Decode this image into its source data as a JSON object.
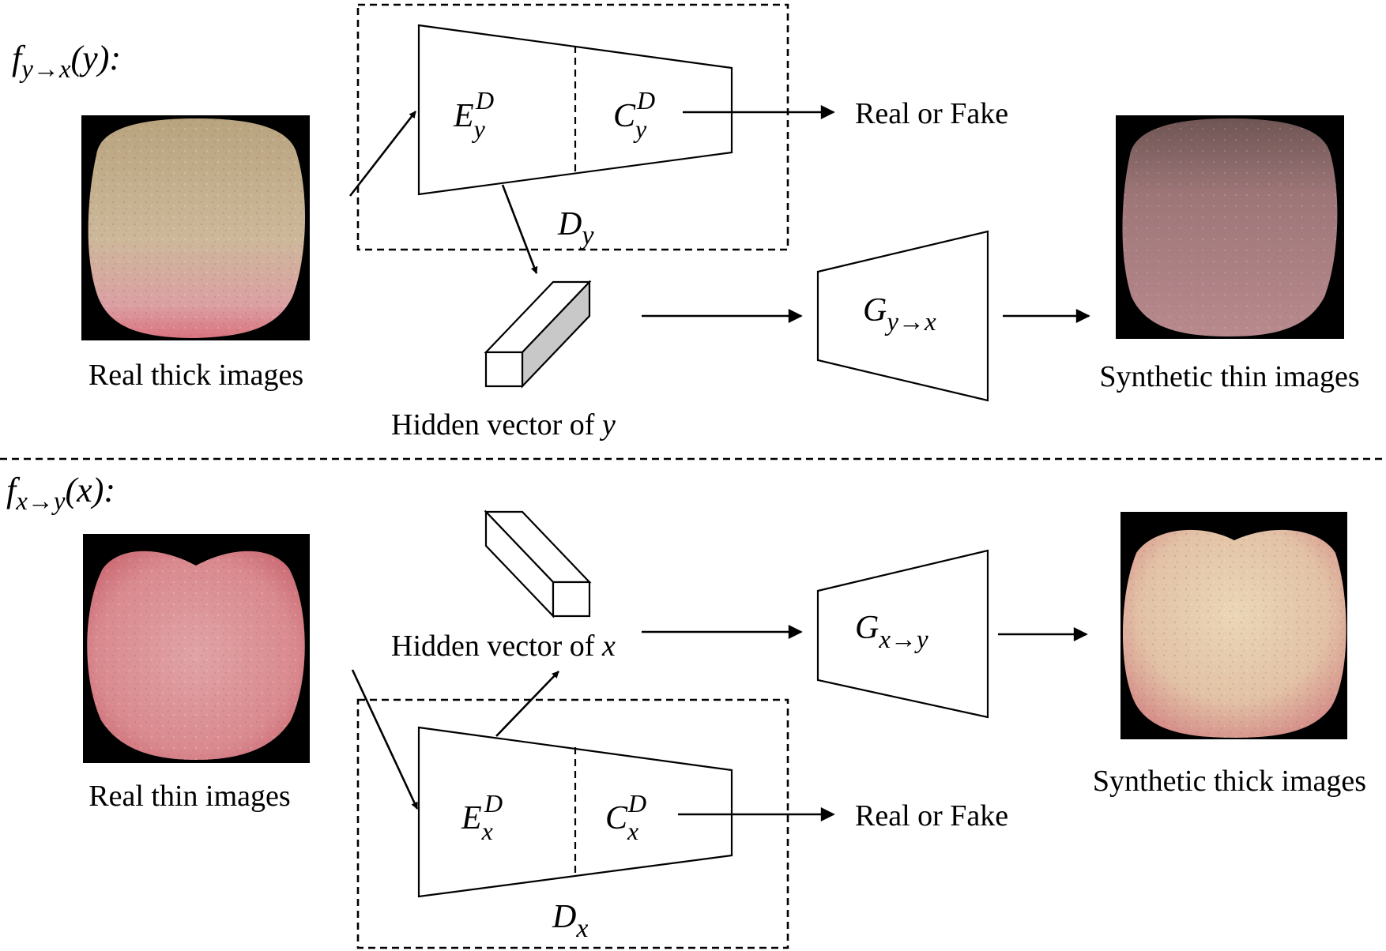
{
  "colors": {
    "line": "#000000",
    "background": "#ffffff",
    "photo_background": "#000000",
    "thick_coating": "#c9b48e",
    "thin_body": "#d98a8c",
    "synthetic_thin": "#9c7477",
    "synthetic_thick": "#e4c6a8",
    "prism_shade": "#c8c8c8"
  },
  "top": {
    "formula": {
      "f": "f",
      "sub": "y→x",
      "arg": "(y):"
    },
    "input_caption": "Real thick images",
    "output_caption": "Synthetic thin images",
    "hidden_caption": {
      "text": "Hidden vector of ",
      "var": "y"
    },
    "decision": "Real or Fake",
    "encoder": {
      "base": "E",
      "sub": "y",
      "sup": "D"
    },
    "classifier": {
      "base": "C",
      "sub": "y",
      "sup": "D"
    },
    "discriminator": {
      "base": "D",
      "sub": "y"
    },
    "generator": {
      "base": "G",
      "sub": "y→x"
    }
  },
  "bottom": {
    "formula": {
      "f": "f",
      "sub": "x→y",
      "arg": "(x):"
    },
    "input_caption": "Real thin images",
    "output_caption": "Synthetic thick images",
    "hidden_caption": {
      "text": "Hidden vector of ",
      "var": "x"
    },
    "decision": "Real or Fake",
    "encoder": {
      "base": "E",
      "sub": "x",
      "sup": "D"
    },
    "classifier": {
      "base": "C",
      "sub": "x",
      "sup": "D"
    },
    "discriminator": {
      "base": "D",
      "sub": "x"
    },
    "generator": {
      "base": "G",
      "sub": "x→y"
    }
  }
}
